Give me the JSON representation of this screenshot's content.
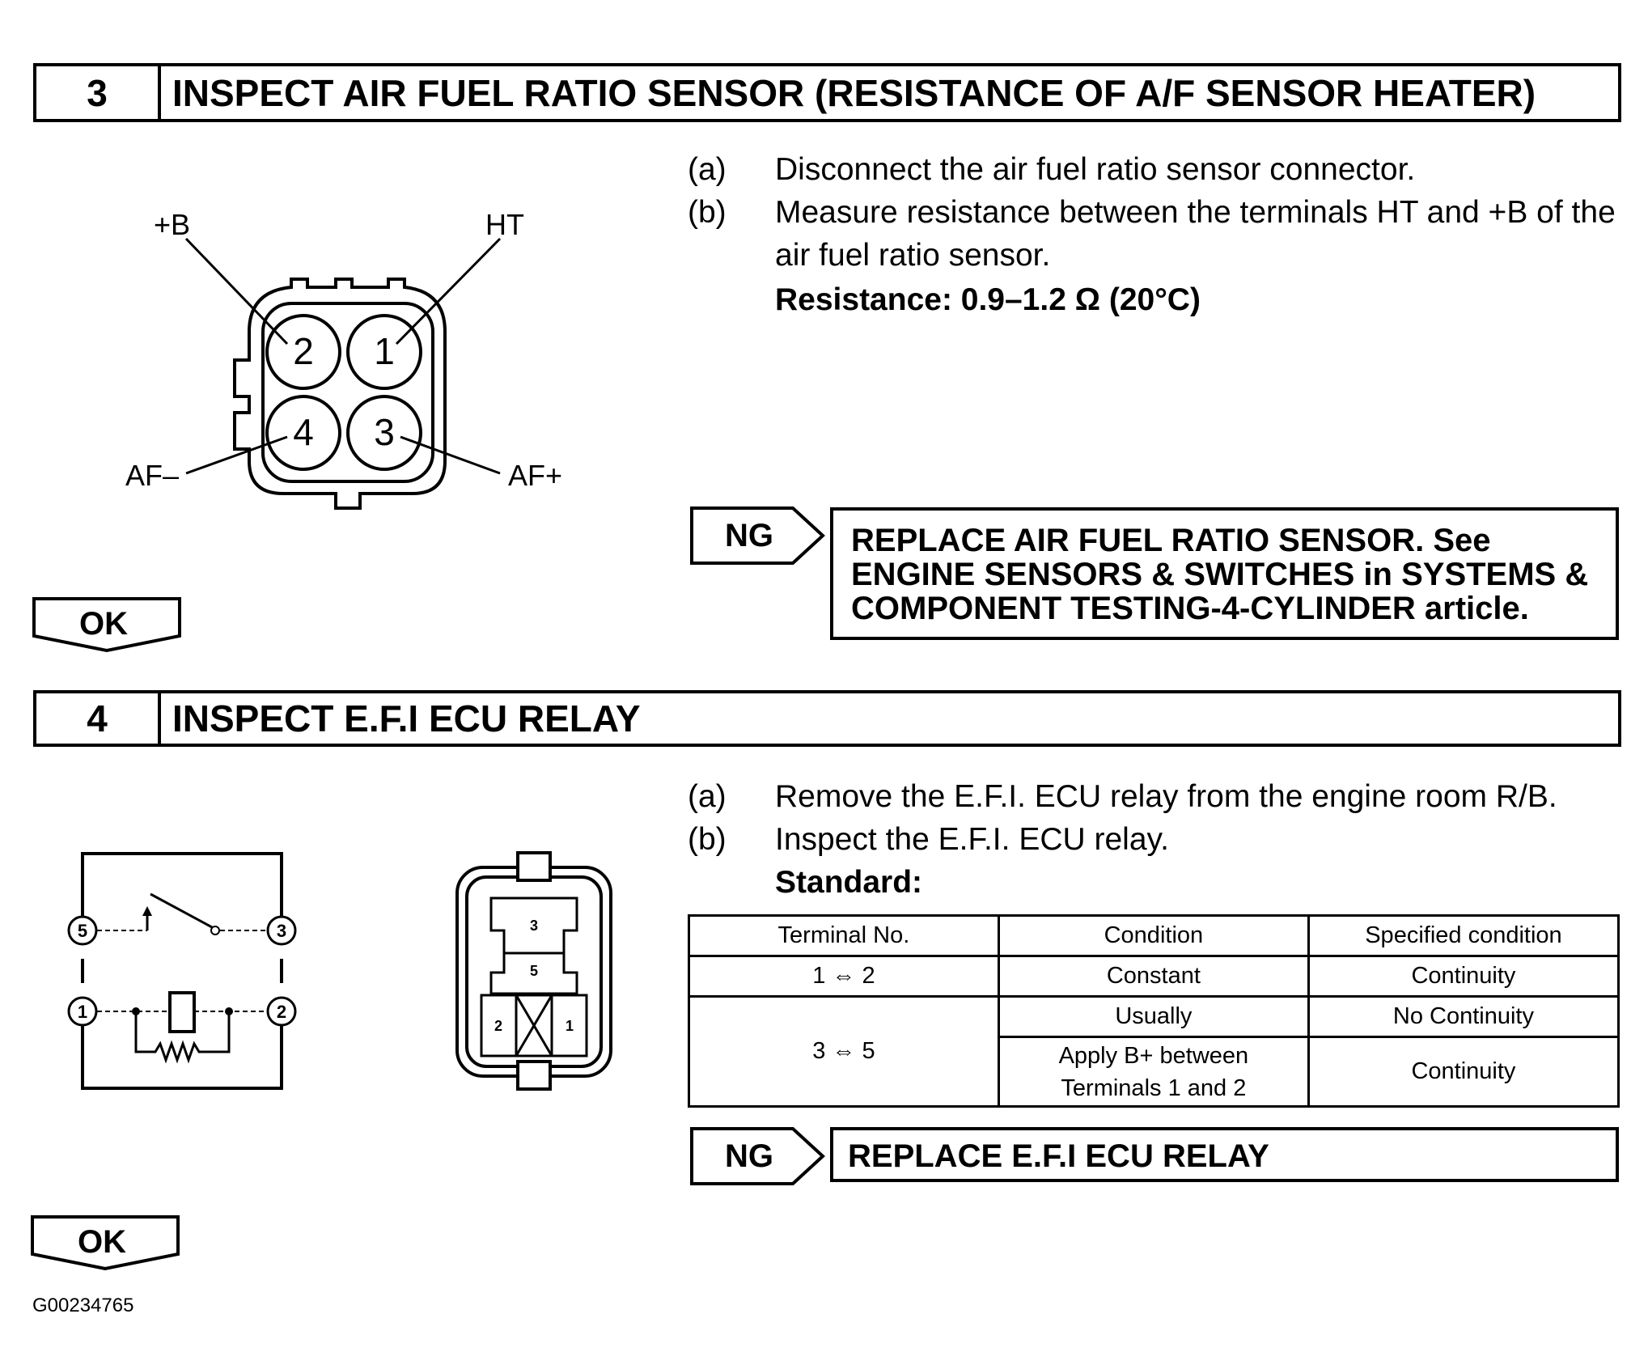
{
  "section3": {
    "number": "3",
    "title": "INSPECT AIR FUEL RATIO SENSOR (RESISTANCE OF A/F SENSOR HEATER)",
    "steps": [
      {
        "label": "(a)",
        "text": "Disconnect the air fuel ratio sensor connector."
      },
      {
        "label": "(b)",
        "text": "Measure resistance between the terminals HT and +B of the air fuel ratio sensor."
      }
    ],
    "spec": "Resistance: 0.9–1.2 Ω (20°C)",
    "connector": {
      "labels": {
        "plus_b": "+B",
        "ht": "HT",
        "af_minus": "AF–",
        "af_plus": "AF+"
      },
      "pins": [
        "2",
        "1",
        "4",
        "3"
      ]
    },
    "ng_label": "NG",
    "ng_action": "REPLACE AIR FUEL RATIO SENSOR. See ENGINE SENSORS & SWITCHES in SYSTEMS & COMPONENT TESTING-4-CYLINDER article.",
    "ok_label": "OK"
  },
  "section4": {
    "number": "4",
    "title": "INSPECT E.F.I ECU RELAY",
    "steps": [
      {
        "label": "(a)",
        "text": "Remove the E.F.I. ECU relay from the engine room R/B."
      },
      {
        "label": "(b)",
        "text": "Inspect the E.F.I. ECU relay."
      }
    ],
    "spec_label": "Standard:",
    "table": {
      "headers": [
        "Terminal No.",
        "Condition",
        "Specified condition"
      ],
      "row1": {
        "terminal": "1 ⇔ 2",
        "condition": "Constant",
        "spec": "Continuity"
      },
      "row2": {
        "terminal": "3 ⇔ 5",
        "condition": "Usually",
        "spec": "No Continuity"
      },
      "row3": {
        "condition_line1": "Apply B+ between",
        "condition_line2": "Terminals 1 and 2",
        "spec": "Continuity"
      }
    },
    "circuit_pins": [
      "5",
      "3",
      "1",
      "2"
    ],
    "relay_pins": [
      "3",
      "5",
      "2",
      "1"
    ],
    "ng_label": "NG",
    "ng_action": "REPLACE E.F.I ECU RELAY",
    "ok_label": "OK"
  },
  "figure_id": "G00234765"
}
